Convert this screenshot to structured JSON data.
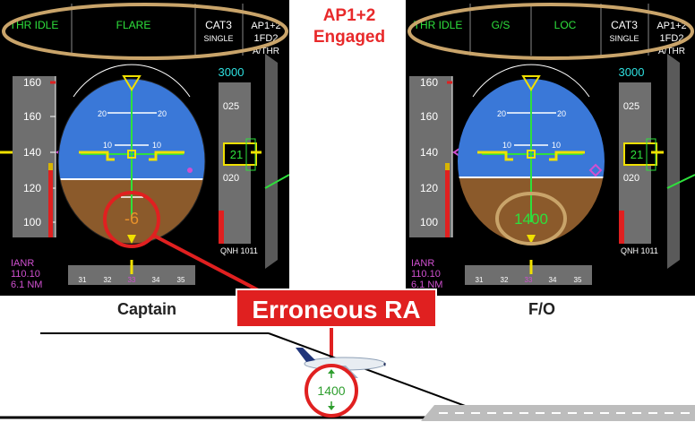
{
  "annotation": {
    "ap_status_line1": "AP1+2",
    "ap_status_line2": "Engaged",
    "erroneous_label": "Erroneous RA",
    "captain_label": "Captain",
    "fo_label": "F/O",
    "scene_ra_value": "1400"
  },
  "captain_pfd": {
    "fma": [
      "THR IDLE",
      "FLARE",
      "CAT3",
      "SINGLE",
      "AP1+2",
      "1FD2",
      "A/THR"
    ],
    "speed_ticks": [
      "160",
      "140",
      "120",
      "100"
    ],
    "pitch_scale": [
      "20",
      "10",
      "10"
    ],
    "altitude_target": "3000",
    "altitude_ticks": [
      "025",
      "020"
    ],
    "altitude_current": "21",
    "radio_altitude": "-6",
    "baro": "QNH 1011",
    "ils_info": [
      "IANR",
      "110.10",
      "6.1 NM"
    ],
    "heading_ticks": [
      "31",
      "32",
      "33",
      "34",
      "35"
    ]
  },
  "fo_pfd": {
    "fma": [
      "THR IDLE",
      "G/S",
      "LOC",
      "CAT3",
      "SINGLE",
      "AP1+2",
      "1FD2",
      "A/THR"
    ],
    "speed_ticks": [
      "160",
      "140",
      "120",
      "100"
    ],
    "pitch_scale": [
      "20",
      "10",
      "10"
    ],
    "altitude_target": "3000",
    "altitude_ticks": [
      "025",
      "020"
    ],
    "altitude_current": "21",
    "radio_altitude": "1400",
    "baro": "QNH 1011",
    "ils_info": [
      "IANR",
      "110.10",
      "6.1 NM"
    ],
    "heading_ticks": [
      "31",
      "32",
      "33",
      "34",
      "35"
    ]
  },
  "colors": {
    "highlight_red": "#e02020",
    "fma_green": "#2ee03c",
    "sky": "#3a78d8",
    "ground": "#8b5a2b",
    "callout_gold": "#c9a46a"
  }
}
